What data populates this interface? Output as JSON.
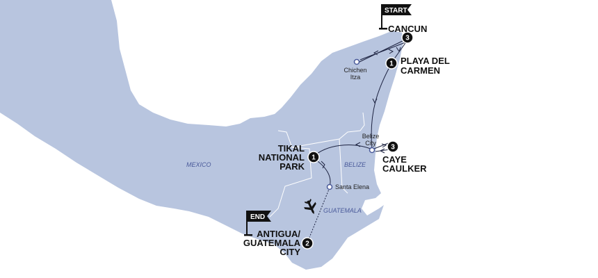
{
  "colors": {
    "land": "#b8c5df",
    "border": "#ffffff",
    "route": "#1c2240",
    "marker": "#111111",
    "country_label": "#4a5a9a"
  },
  "flags": {
    "start": "START",
    "end": "END"
  },
  "countries": {
    "mexico": "MEXICO",
    "belize": "BELIZE",
    "guatemala": "GUATEMALA"
  },
  "stops": {
    "cancun": {
      "line1": "CANCUN",
      "nights": "3"
    },
    "playa": {
      "line1": "PLAYA DEL",
      "line2": "CARMEN",
      "nights": "1"
    },
    "caye": {
      "line1": "CAYE",
      "line2": "CAULKER",
      "nights": "3"
    },
    "tikal": {
      "line1": "TIKAL",
      "line2": "NATIONAL",
      "line3": "PARK",
      "nights": "1"
    },
    "antigua": {
      "line1": "ANTIGUA/",
      "line2": "GUATEMALA",
      "line3": "CITY",
      "nights": "2"
    }
  },
  "waypoints": {
    "chichen": {
      "line1": "Chichen",
      "line2": "Itza"
    },
    "belize_city": {
      "line1": "Belize",
      "line2": "City"
    },
    "santa_elena": {
      "line1": "Santa Elena"
    }
  },
  "icons": {
    "flag": "flag-icon",
    "plane": "plane-icon"
  }
}
